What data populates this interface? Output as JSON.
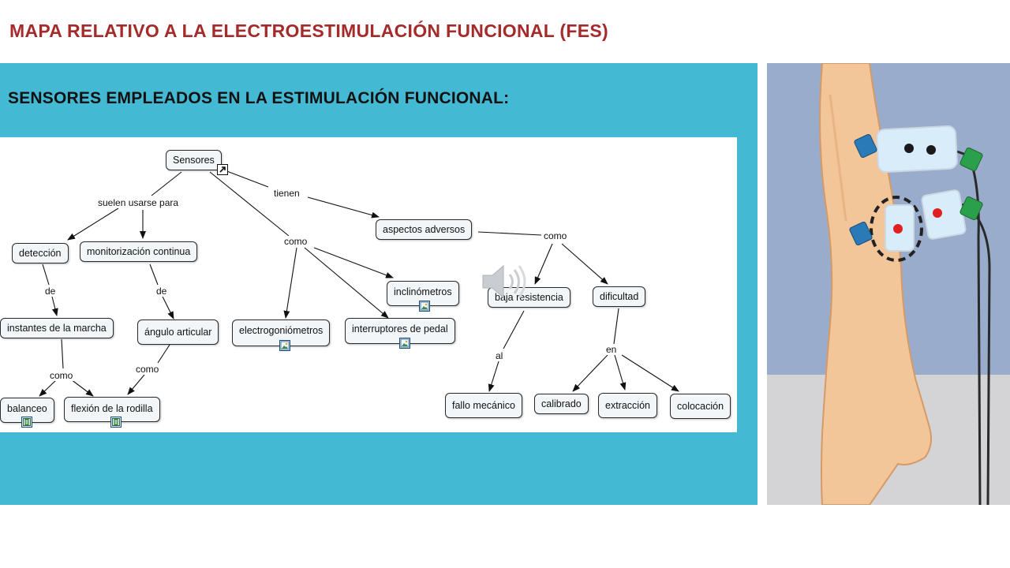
{
  "title": "MAPA RELATIVO A LA ELECTROESTIMULACIÓN FUNCIONAL (FES)",
  "subtitle": "SENSORES EMPLEADOS EN LA ESTIMULACIÓN FUNCIONAL:",
  "concept_map": {
    "nodes": {
      "sensores": "Sensores",
      "aspectos": "aspectos adversos",
      "deteccion": "detección",
      "monitorizacion": "monitorización continua",
      "inclinometros": "inclinómetros",
      "baja": "baja resistencia",
      "dificultad": "dificultad",
      "instantes": "instantes de la marcha",
      "angulo": "ángulo articular",
      "electro": "electrogoniómetros",
      "interruptores": "interruptores de pedal",
      "balanceo": "balanceo",
      "flexion": "flexión de la rodilla",
      "fallo": "fallo mecánico",
      "calibrado": "calibrado",
      "extraccion": "extracción",
      "colocacion": "colocación"
    },
    "links": {
      "suelen": "suelen usarse para",
      "tienen": "tienen",
      "como_sensores": "como",
      "como_aspectos": "como",
      "de_deteccion": "de",
      "de_monitorizacion": "de",
      "como_instantes": "como",
      "como_angulo": "como",
      "al": "al",
      "en": "en"
    },
    "icons": {
      "sensores_link": "external-link-icon",
      "inclinometros": "image-resource-icon",
      "electro": "image-resource-icon",
      "interruptores": "image-resource-icon",
      "balanceo": "video-resource-icon",
      "flexion": "video-resource-icon"
    }
  },
  "overlay": {
    "speaker": "speaker-icon"
  },
  "illustration": {
    "subject": "leg-with-electrodes-illustration"
  },
  "colors": {
    "title": "#a52a2a",
    "band": "#44b9d4",
    "node_bg": "#f2f6f8",
    "electrode_blue": "#2a7ab8",
    "electrode_green": "#2aa04a"
  }
}
